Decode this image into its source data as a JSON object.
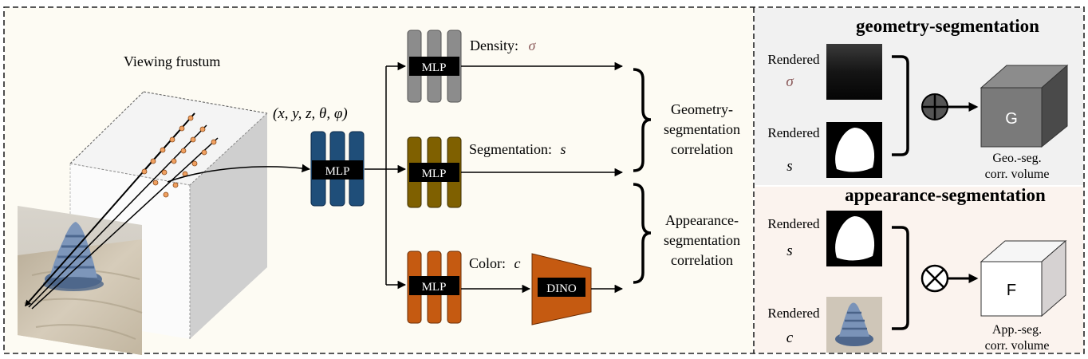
{
  "left_panel": {
    "frustum_label": "Viewing frustum",
    "input_coords": "(x, y, z, θ, φ)",
    "main_mlp_label": "MLP",
    "density_mlp_label": "MLP",
    "segmentation_mlp_label": "MLP",
    "color_mlp_label": "MLP",
    "density_output": "Density:",
    "density_symbol": "σ",
    "segmentation_output": "Segmentation:",
    "segmentation_symbol": "s",
    "color_output": "Color:",
    "color_symbol": "c",
    "dino_label": "DINO",
    "geometry_correlation": [
      "Geometry-",
      "segmentation",
      "correlation"
    ],
    "appearance_correlation": [
      "Appearance-",
      "segmentation",
      "correlation"
    ]
  },
  "geometry_panel": {
    "title": "geometry-segmentation",
    "rendered_1_word": "Rendered",
    "rendered_1_symbol": "σ",
    "rendered_2_word": "Rendered",
    "rendered_2_symbol": "s",
    "operator": "⊕",
    "volume_letter": "G",
    "volume_caption": [
      "Geo.-seg.",
      "corr. volume"
    ]
  },
  "appearance_panel": {
    "title": "appearance-segmentation",
    "rendered_1_word": "Rendered",
    "rendered_1_symbol": "s",
    "rendered_2_word": "Rendered",
    "rendered_2_symbol": "c",
    "operator": "⊗",
    "volume_letter": "F",
    "volume_caption": [
      "App.-seg.",
      "corr. volume"
    ]
  },
  "colors": {
    "left_bg": "#fdfbf3",
    "geo_bg": "#f1f1f1",
    "app_bg": "#fbf3ee",
    "mlp_main": "#1f4e79",
    "mlp_density": "#8c8c8c",
    "mlp_segmentation": "#7f6000",
    "mlp_color": "#c55a11",
    "dino": "#c55a11",
    "sigma_text": "#8b5a5a"
  }
}
